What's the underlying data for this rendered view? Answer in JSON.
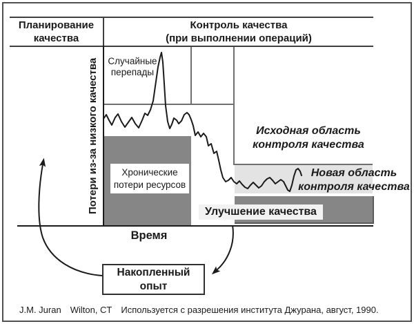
{
  "headers": {
    "planning": {
      "line1": "Планирование",
      "line2": "качества"
    },
    "control": {
      "line1": "Контроль качества",
      "line2": "(при выполнении операций)"
    }
  },
  "axis": {
    "y": "Потери из-за низкого качества",
    "x": "Время"
  },
  "zones": {
    "sporadic": {
      "line1": "Случайные",
      "line2": "перепады"
    },
    "chronic": {
      "line1": "Хронические",
      "line2": "потери ресурсов"
    },
    "original": {
      "line1": "Исходная область",
      "line2": "контроля качества"
    },
    "new_zone": {
      "line1": "Новая область",
      "line2": "контроля качества"
    },
    "improvement": "Улучшение качества",
    "lessons": {
      "line1": "Накопленный",
      "line2": "опыт"
    }
  },
  "caption": {
    "author": "J.M. Juran",
    "location": "Wilton, CT",
    "note": "Используется с разрешения института Джурана, август, 1990."
  },
  "colors": {
    "dark_gray": "#868686",
    "light_band": "#e3e3e3",
    "label_bg": "#f2f2f2",
    "grid_gray": "#6f6f6f",
    "ink": "#1a1a1a",
    "frame": "#4f4f4f",
    "header_line": "#3f3f3f"
  },
  "curve": {
    "points": [
      [
        150,
        172
      ],
      [
        154,
        166
      ],
      [
        158,
        174
      ],
      [
        162,
        181
      ],
      [
        167,
        170
      ],
      [
        171,
        165
      ],
      [
        176,
        176
      ],
      [
        181,
        184
      ],
      [
        186,
        177
      ],
      [
        191,
        170
      ],
      [
        196,
        179
      ],
      [
        201,
        185
      ],
      [
        206,
        174
      ],
      [
        210,
        164
      ],
      [
        214,
        167
      ],
      [
        218,
        159
      ],
      [
        222,
        146
      ],
      [
        226,
        118
      ],
      [
        229,
        97
      ],
      [
        232,
        83
      ],
      [
        234,
        76
      ],
      [
        236,
        90
      ],
      [
        238,
        121
      ],
      [
        240,
        153
      ],
      [
        243,
        176
      ],
      [
        246,
        186
      ],
      [
        249,
        180
      ],
      [
        252,
        171
      ],
      [
        256,
        174
      ],
      [
        259,
        179
      ],
      [
        263,
        175
      ],
      [
        267,
        166
      ],
      [
        271,
        163
      ],
      [
        274,
        166
      ],
      [
        277,
        173
      ],
      [
        280,
        182
      ],
      [
        283,
        196
      ],
      [
        287,
        191
      ],
      [
        291,
        198
      ],
      [
        295,
        193
      ],
      [
        299,
        198
      ],
      [
        302,
        211
      ],
      [
        306,
        208
      ],
      [
        310,
        222
      ],
      [
        314,
        219
      ],
      [
        317,
        232
      ],
      [
        320,
        246
      ],
      [
        323,
        257
      ],
      [
        327,
        263
      ],
      [
        331,
        261
      ],
      [
        335,
        257
      ],
      [
        339,
        263
      ],
      [
        343,
        266
      ],
      [
        347,
        262
      ],
      [
        351,
        267
      ],
      [
        355,
        271
      ],
      [
        359,
        273
      ],
      [
        363,
        268
      ],
      [
        367,
        264
      ],
      [
        371,
        268
      ],
      [
        375,
        272
      ],
      [
        379,
        269
      ],
      [
        383,
        263
      ],
      [
        387,
        259
      ],
      [
        391,
        257
      ],
      [
        395,
        261
      ],
      [
        399,
        266
      ],
      [
        403,
        263
      ],
      [
        407,
        260
      ],
      [
        411,
        263
      ],
      [
        414,
        269
      ],
      [
        417,
        275
      ],
      [
        420,
        277
      ],
      [
        423,
        268
      ],
      [
        426,
        255
      ],
      [
        429,
        246
      ],
      [
        432,
        244
      ],
      [
        435,
        248
      ],
      [
        437,
        254
      ]
    ]
  }
}
